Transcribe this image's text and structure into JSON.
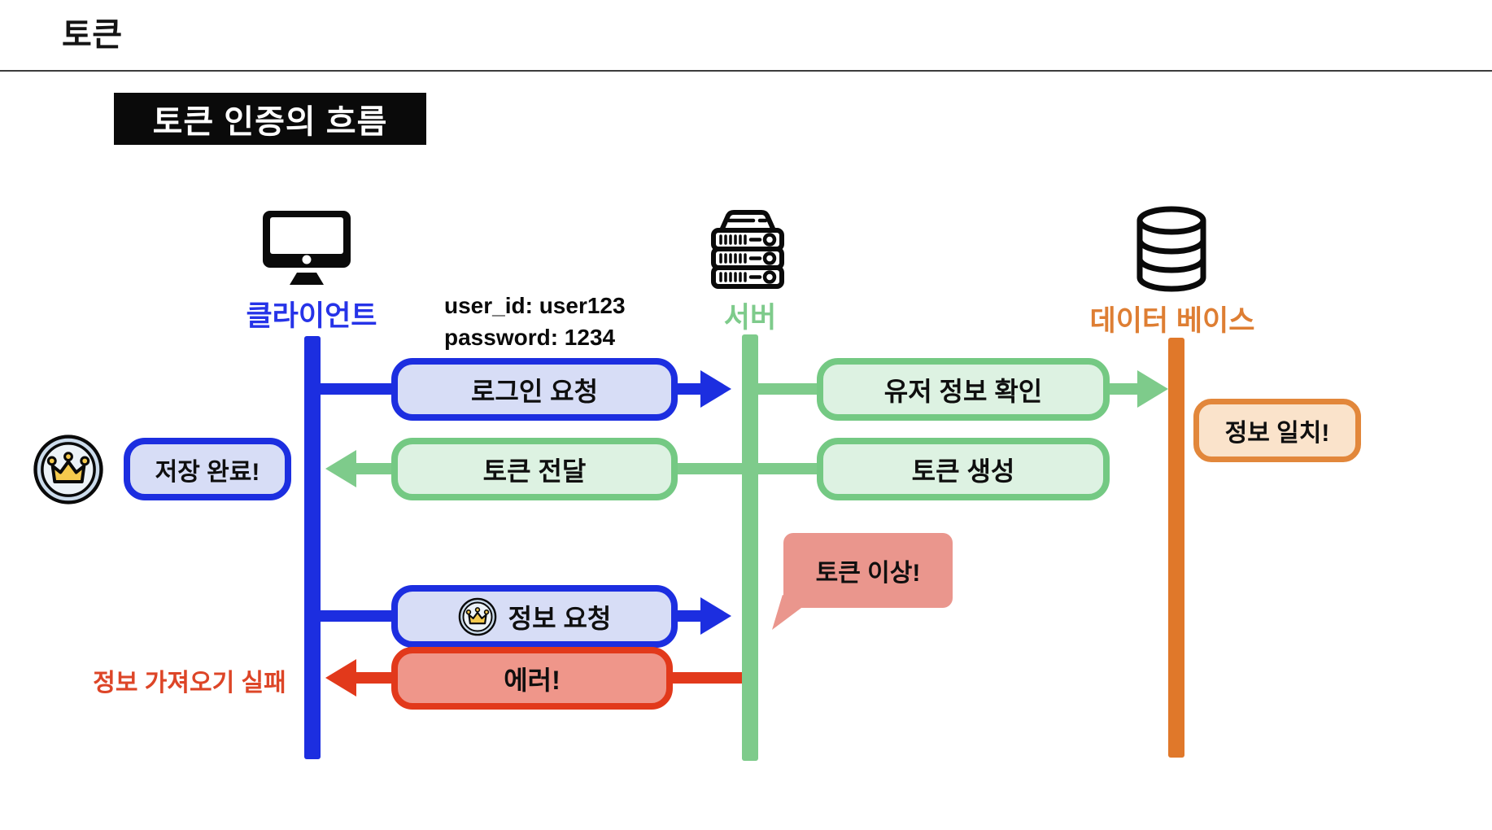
{
  "page": {
    "title": "토큰"
  },
  "heading": {
    "text": "토큰 인증의 흐름"
  },
  "actors": {
    "client": {
      "label": "클라이언트"
    },
    "server": {
      "label": "서버"
    },
    "database": {
      "label": "데이터 베이스"
    }
  },
  "credentials": {
    "line1": "user_id: user123",
    "line2": "password: 1234"
  },
  "messages": {
    "login_request": "로그인 요청",
    "check_user_info": "유저 정보 확인",
    "info_match": "정보 일치!",
    "save_complete": "저장 완료!",
    "token_delivery": "토큰 전달",
    "token_creation": "토큰 생성",
    "token_error_bubble": "토큰 이상!",
    "info_request": "정보 요청",
    "error": "에러!",
    "fetch_failed": "정보 가져오기 실패"
  },
  "icons": {
    "client": "monitor-icon",
    "server": "server-rack-icon",
    "database": "database-cylinder-icon",
    "badge": "crown-badge-icon"
  },
  "colors": {
    "client_blue": "#1c2ee0",
    "server_green": "#7ecb8b",
    "database_orange": "#e0782a",
    "error_red": "#e2391b",
    "bubble_salmon": "#ea968d",
    "blue_fill": "#d7ddf6",
    "green_fill": "#ddf2e2",
    "orange_fill": "#fae3cb",
    "red_fill": "#ef968a",
    "crown_gold": "#f5ca4d"
  }
}
